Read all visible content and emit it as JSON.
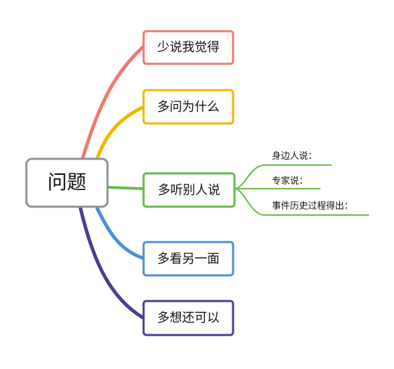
{
  "central": {
    "label": "问题"
  },
  "branches": [
    {
      "label": "少说我觉得",
      "color": "#ef7a6e"
    },
    {
      "label": "多问为什么",
      "color": "#f3b400"
    },
    {
      "label": "多听别人说",
      "color": "#66bb4c"
    },
    {
      "label": "多看另一面",
      "color": "#4c8fd6"
    },
    {
      "label": "多想还可以",
      "color": "#4b3d8f"
    }
  ],
  "sub_branches": [
    {
      "label": "身边人说："
    },
    {
      "label": "专家说："
    },
    {
      "label": "事件历史过程得出："
    }
  ],
  "colors": {
    "central_border": "#8a939b",
    "sub_branch_line": "#66bb4c"
  }
}
